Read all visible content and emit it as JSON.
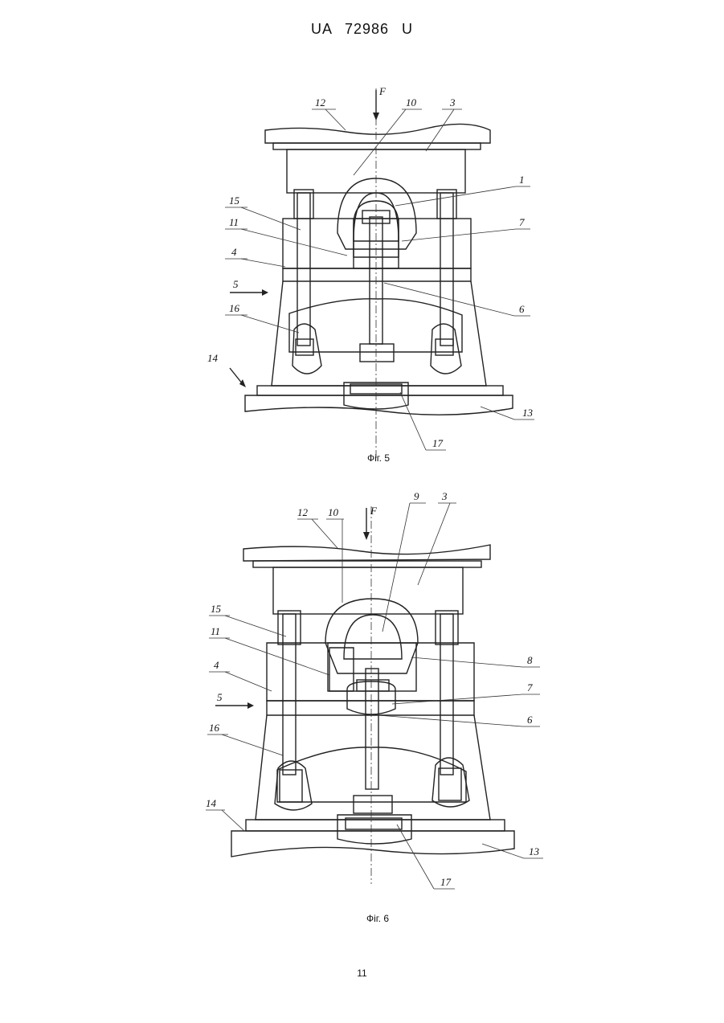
{
  "header": {
    "doc_number": "UA   72986   U"
  },
  "figures": [
    {
      "caption": "Фіг. 5",
      "force_label": "F",
      "labels": [
        "12",
        "10",
        "3",
        "1",
        "15",
        "11",
        "7",
        "4",
        "5",
        "6",
        "16",
        "14",
        "13",
        "17"
      ]
    },
    {
      "caption": "Фіг. 6",
      "force_label": "F",
      "labels": [
        "12",
        "10",
        "9",
        "3",
        "15",
        "11",
        "8",
        "4",
        "7",
        "5",
        "6",
        "16",
        "14",
        "13",
        "17"
      ]
    }
  ],
  "footer": {
    "page_number": "11"
  }
}
